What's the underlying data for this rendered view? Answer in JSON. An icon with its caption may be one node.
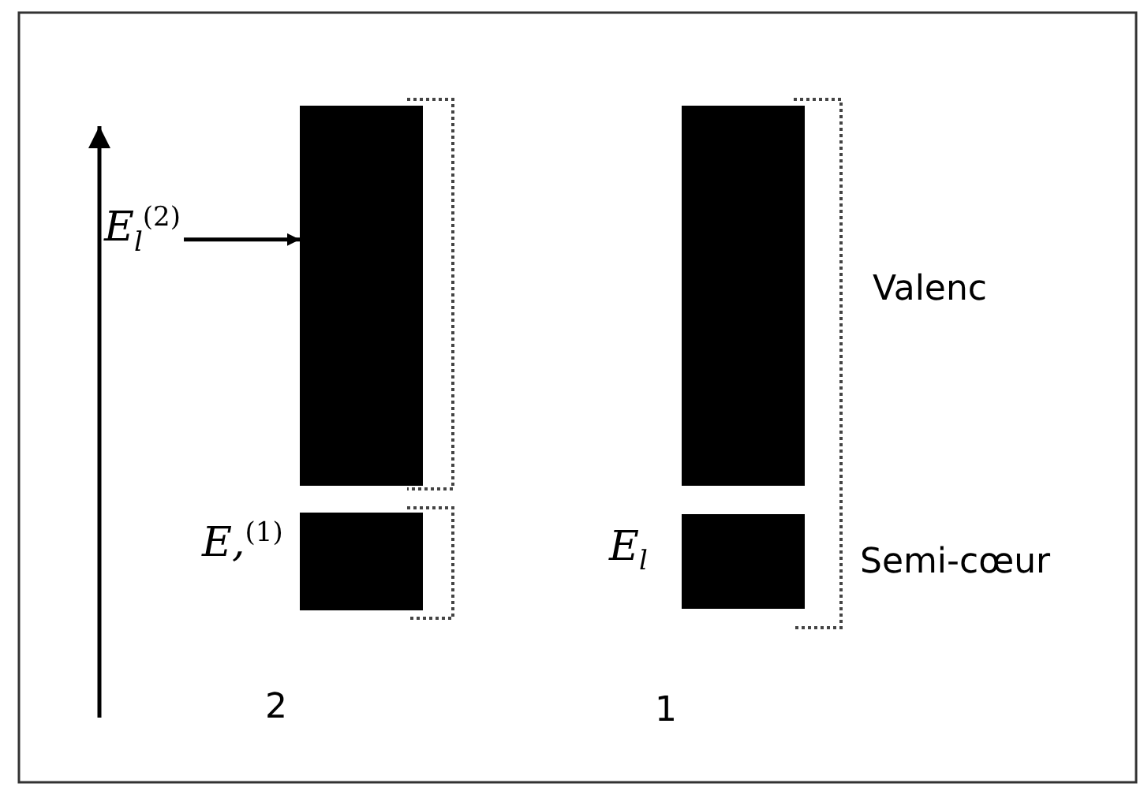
{
  "diagram": {
    "nodes": [
      {
        "text": [
          "E$_{l}$$^{(2)}$"
        ]
      },
      {
        "text": [],
        "shape": "bar"
      },
      {
        "text": [],
        "shape": "bar"
      },
      {
        "text": [],
        "shape": "bar"
      },
      {
        "text": [],
        "shape": "bar"
      }
    ],
    "edges": [
      {
        "from": 0,
        "to": 1,
        "arrow": "to"
      }
    ],
    "labels": [
      "Valenc",
      "E,$^{(1)}$",
      "E$_{l}$",
      "Semi-cœur",
      "2",
      "1"
    ]
  }
}
